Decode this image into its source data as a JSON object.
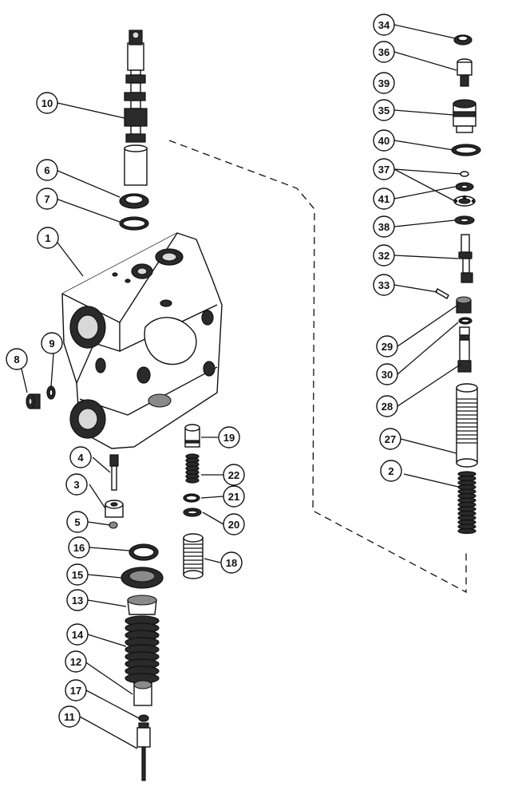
{
  "diagram": {
    "callouts": [
      "1",
      "2",
      "3",
      "4",
      "5",
      "6",
      "7",
      "8",
      "9",
      "10",
      "11",
      "12",
      "13",
      "14",
      "15",
      "16",
      "17",
      "18",
      "19",
      "20",
      "21",
      "22",
      "27",
      "28",
      "29",
      "30",
      "32",
      "33",
      "34",
      "35",
      "36",
      "37",
      "38",
      "39",
      "40",
      "41"
    ]
  }
}
